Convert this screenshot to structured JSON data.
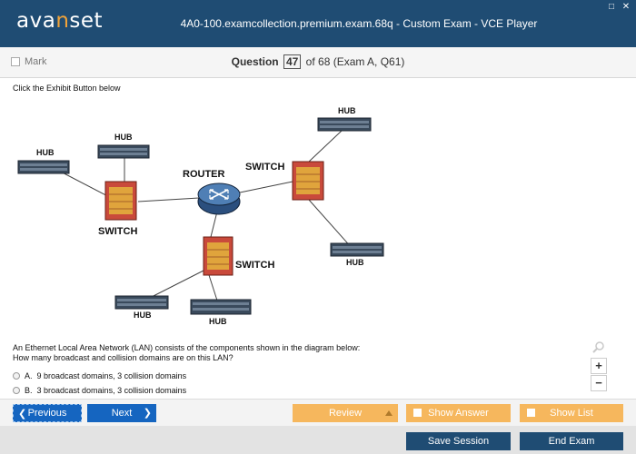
{
  "app": {
    "logo_prefix": "ava",
    "logo_accent": "n",
    "logo_suffix": "set",
    "window_title": "4A0-100.examcollection.premium.exam.68q - Custom Exam - VCE Player",
    "window_controls": [
      "□",
      "✕"
    ]
  },
  "header": {
    "mark_label": "Mark",
    "question_label": "Question",
    "question_number": "47",
    "question_total": "of 68 (Exam A, Q61)"
  },
  "content": {
    "instruction": "Click the Exhibit Button below",
    "exhibit": {
      "labels": {
        "hub": "HUB",
        "router": "ROUTER",
        "switch": "SWITCH"
      }
    },
    "question_line1": "An Ethernet Local Area Network (LAN) consists of the components shown in the diagram below:",
    "question_line2": "How many broadcast and collision domains are on this LAN?",
    "options": [
      {
        "letter": "A.",
        "text": "9 broadcast domains, 3 collision domains"
      },
      {
        "letter": "B.",
        "text": "3 broadcast domains, 3 collision domains"
      }
    ]
  },
  "zoom": {
    "in": "+",
    "out": "−"
  },
  "nav": {
    "previous": "Previous",
    "next": "Next",
    "review": "Review",
    "show_answer": "Show Answer",
    "show_list": "Show List"
  },
  "footer": {
    "save_session": "Save Session",
    "end_exam": "End Exam"
  },
  "colors": {
    "title_bar": "#1f4c73",
    "primary_button": "#1565c0",
    "secondary_button": "#f6b75d",
    "logo_accent": "#f0a33a"
  }
}
